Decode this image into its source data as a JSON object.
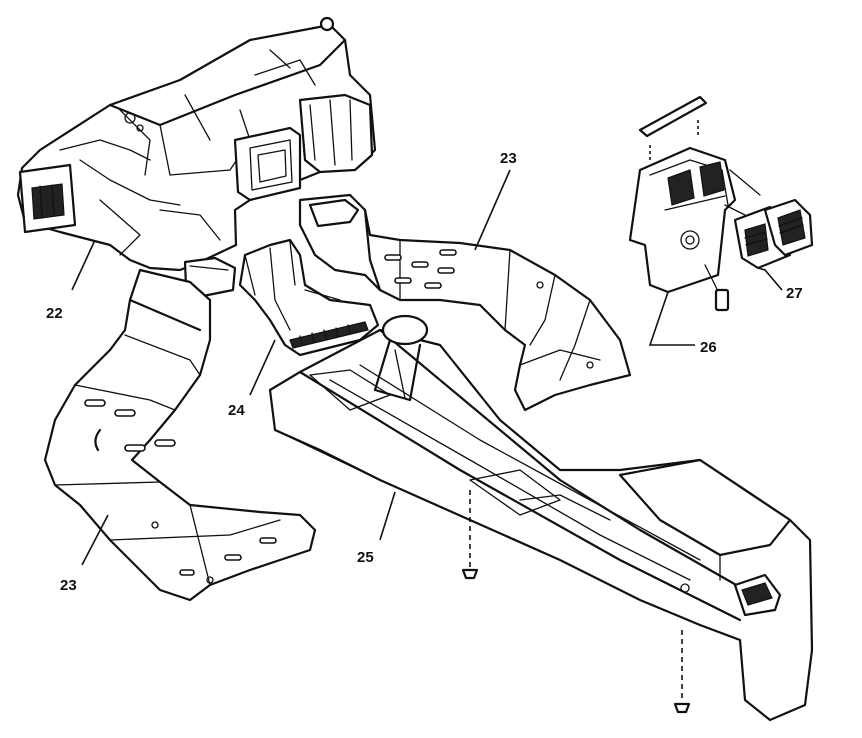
{
  "callouts": {
    "c22": "22",
    "c23_top": "23",
    "c23_bottom": "23",
    "c24": "24",
    "c25": "25",
    "c26": "26",
    "c27": "27"
  }
}
